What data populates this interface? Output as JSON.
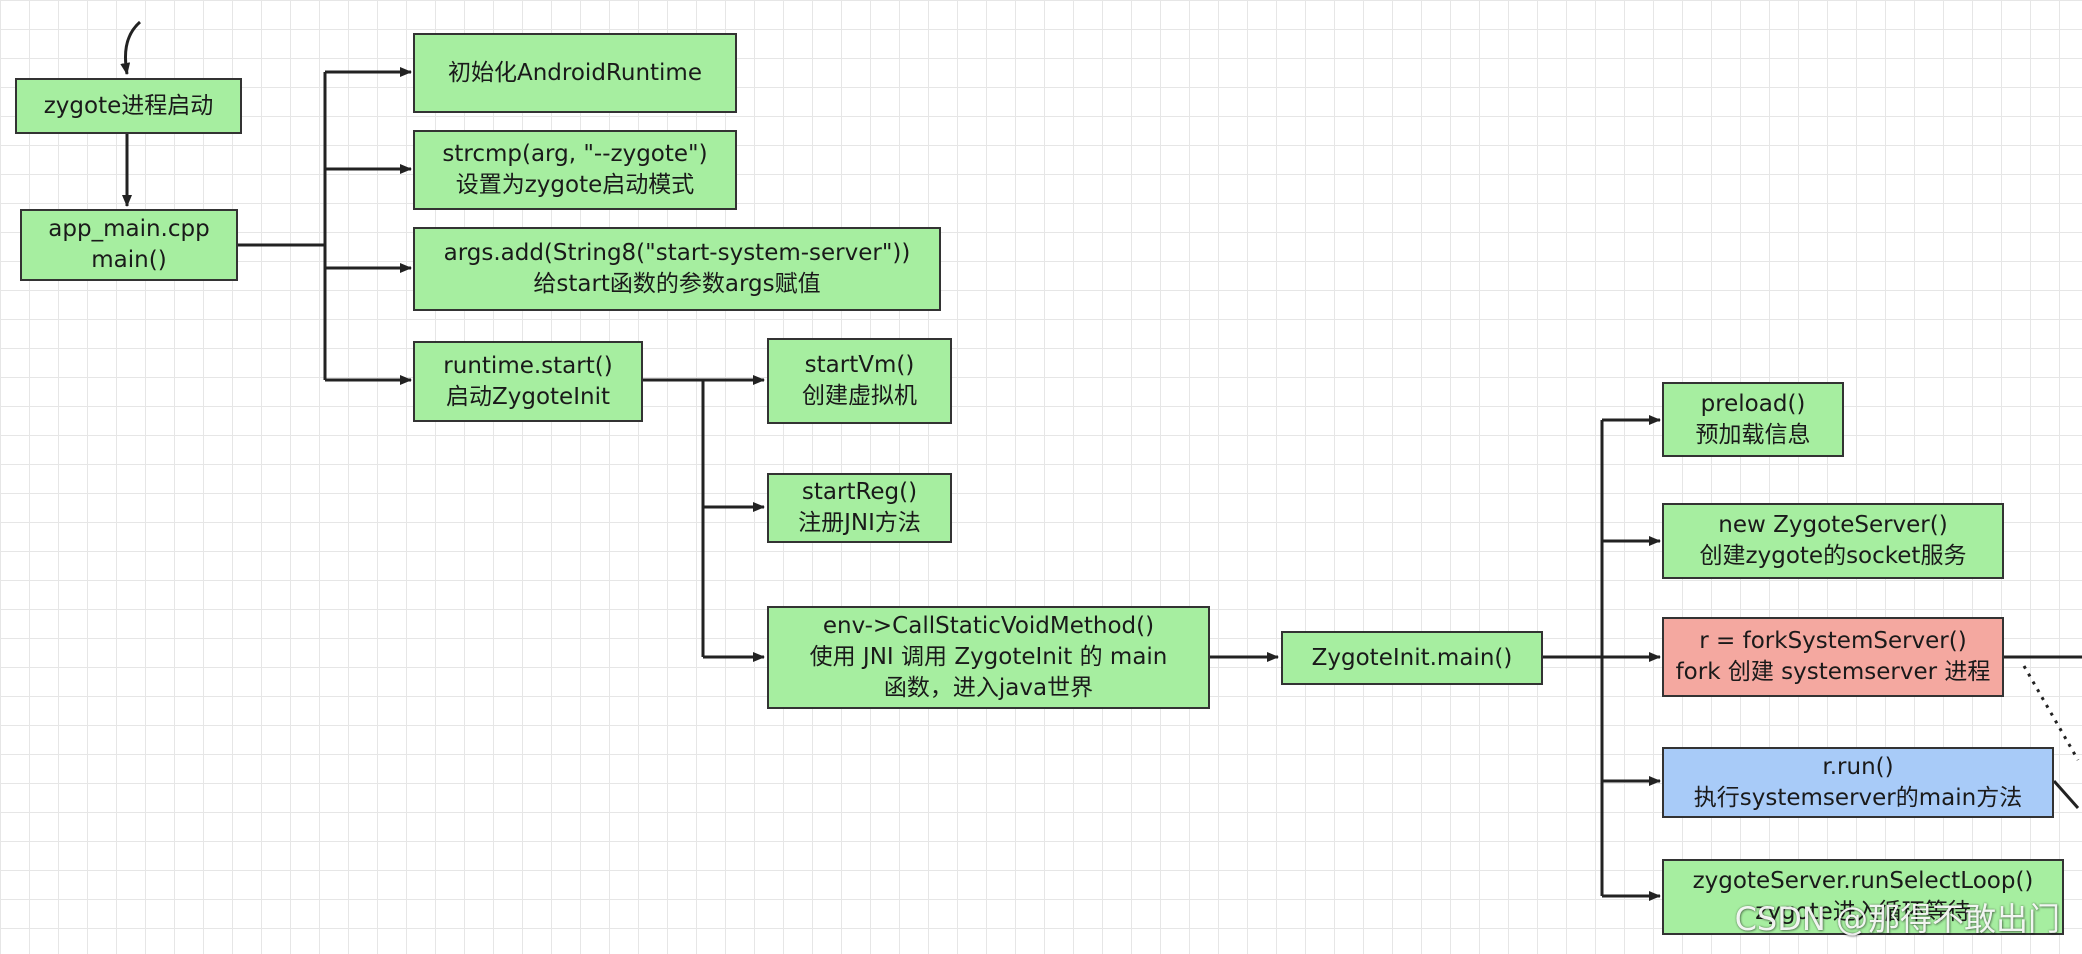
{
  "nodes": {
    "zygote_start": [
      "zygote进程启动"
    ],
    "app_main": [
      "app_main.cpp",
      "main()"
    ],
    "init_runtime": [
      "初始化AndroidRuntime"
    ],
    "strcmp": [
      "strcmp(arg, \"--zygote\")",
      "设置为zygote启动模式"
    ],
    "args_add": [
      "args.add(String8(\"start-system-server\"))",
      "给start函数的参数args赋值"
    ],
    "runtime_start": [
      "runtime.start()",
      "启动ZygoteInit"
    ],
    "start_vm": [
      "startVm()",
      "创建虚拟机"
    ],
    "start_reg": [
      "startReg()",
      "注册JNI方法"
    ],
    "call_static": [
      "env->CallStaticVoidMethod()",
      "使用 JNI 调用 ZygoteInit 的 main",
      "函数，进入java世界"
    ],
    "zygote_init_main": [
      "ZygoteInit.main()"
    ],
    "preload": [
      "preload()",
      "预加载信息"
    ],
    "new_server": [
      "new ZygoteServer()",
      "创建zygote的socket服务"
    ],
    "fork_system_server": [
      "r = forkSystemServer()",
      "fork 创建 systemserver 进程"
    ],
    "r_run": [
      "r.run()",
      "执行systemserver的main方法"
    ],
    "select_loop": [
      "zygoteServer.runSelectLoop()",
      "zygote进入循环等待"
    ]
  },
  "watermark": "CSDN @那得不敢出门",
  "colors": {
    "node_default": "#a6eea0",
    "node_highlight": "#f4a8a0",
    "node_run": "#a8cbf8",
    "border": "#333333"
  }
}
